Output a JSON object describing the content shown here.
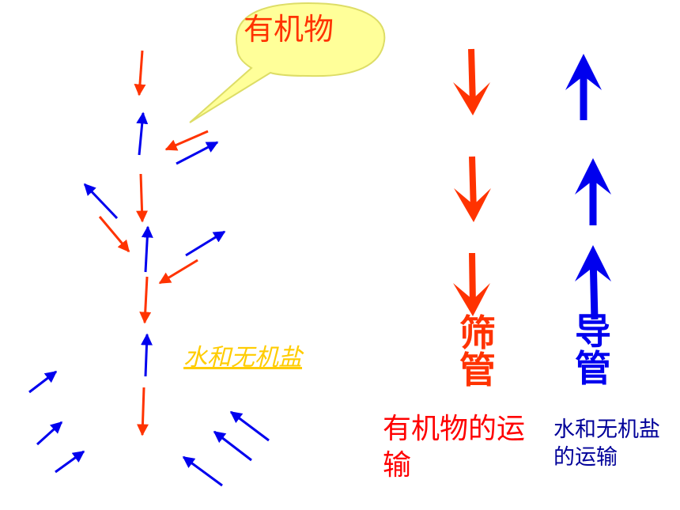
{
  "labels": {
    "bubble": "有机物",
    "water_minerals": "水和无机盐",
    "sieve_tube": "筛管",
    "vessel": "导管",
    "sieve_tube_desc": "有机物的运输",
    "vessel_desc": "水和无机盐的运输"
  },
  "colors": {
    "organic_arrow": "#ff3300",
    "water_arrow": "#0000ee",
    "bubble_fill": "#ffff99",
    "bubble_stroke": "#dddd66",
    "bubble_text": "#ff3300",
    "water_label": "#ffcc00",
    "sieve_title": "#ff3300",
    "vessel_title": "#0000ee",
    "sieve_desc": "#ff0000",
    "vessel_desc": "#000099"
  }
}
